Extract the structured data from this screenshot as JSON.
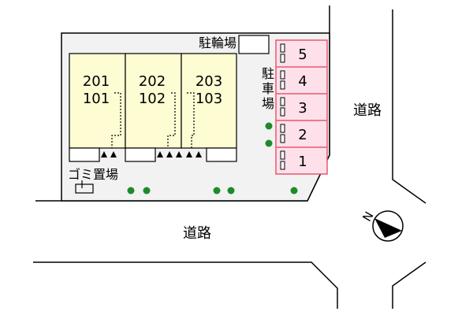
{
  "units": [
    {
      "upper": "201",
      "lower": "101"
    },
    {
      "upper": "202",
      "lower": "102"
    },
    {
      "upper": "203",
      "lower": "103"
    }
  ],
  "labels": {
    "bicycle_parking": "駐輪場",
    "parking_chars": [
      "駐",
      "車",
      "場"
    ],
    "garbage": "ゴミ置場",
    "road_east": "道路",
    "road_south": "道路",
    "north": "N"
  },
  "parking_spaces": [
    "5",
    "4",
    "3",
    "2",
    "1"
  ],
  "colors": {
    "building_fill": "#fdfcd3",
    "site_fill": "#f2f2f2",
    "parking_fill": "#fde0ea",
    "parking_stroke": "#e8596e",
    "tree": "#1e8a2a",
    "line": "#000000"
  }
}
